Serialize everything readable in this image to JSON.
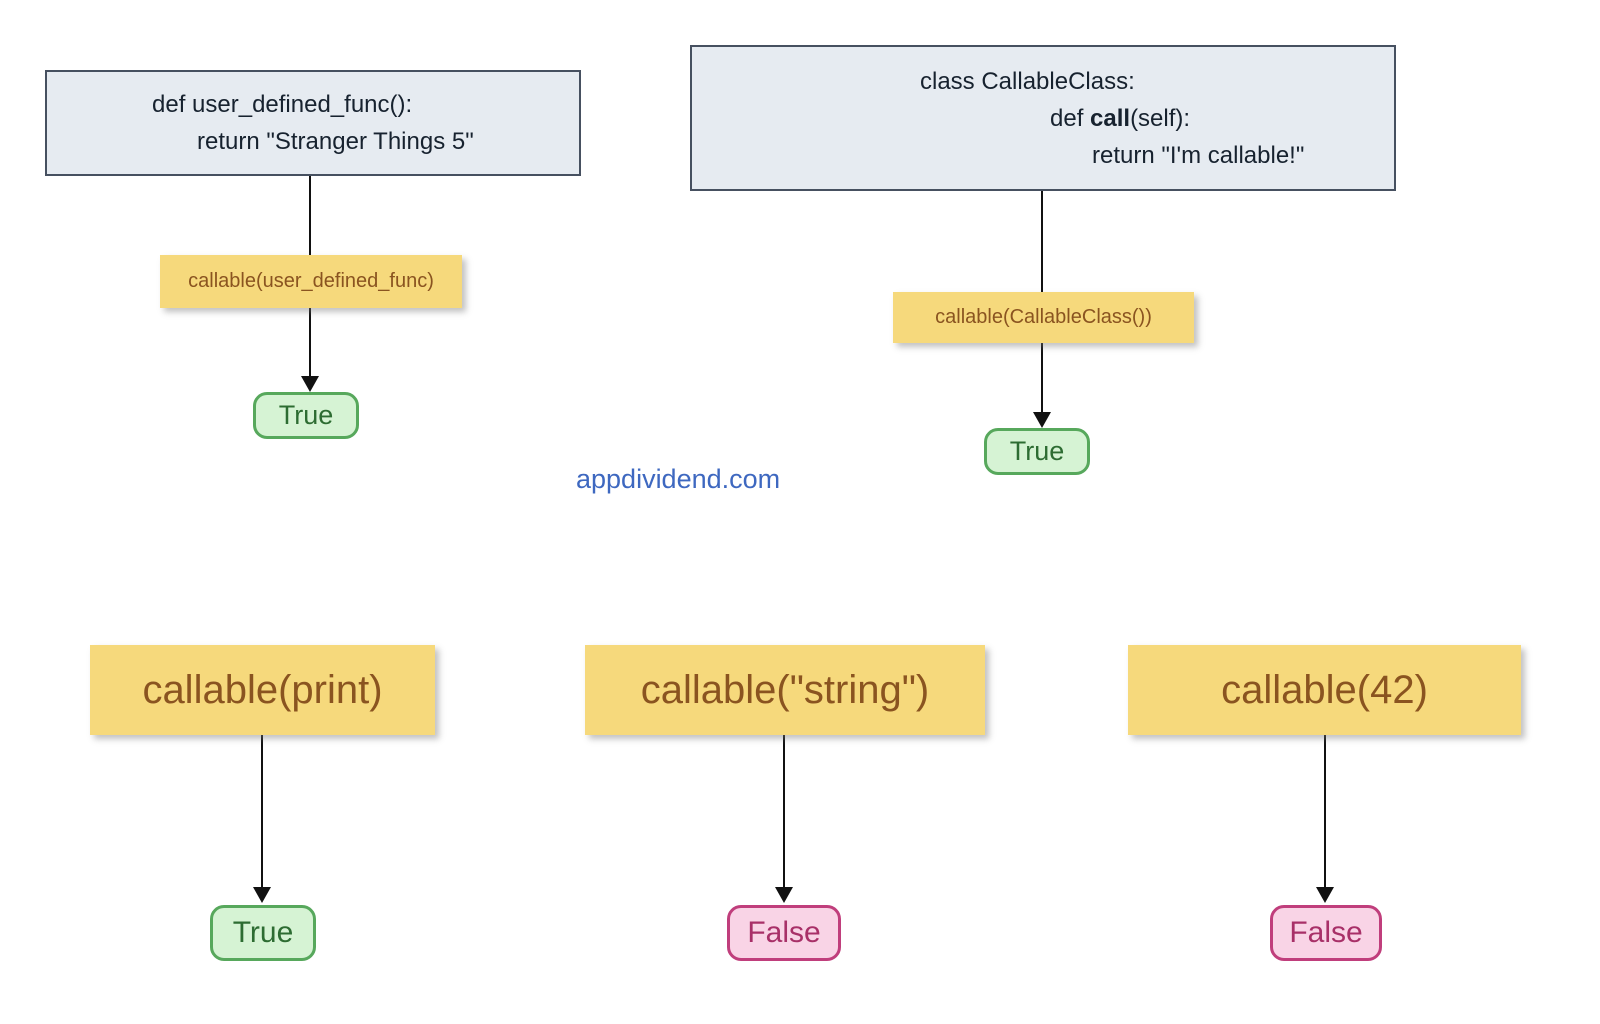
{
  "watermark": {
    "text": "appdividend.com",
    "color": "#3e68c0"
  },
  "colors": {
    "background": "#ffffff",
    "code_box_bg": "#e6ebf1",
    "code_box_border": "#465060",
    "code_text": "#17222f",
    "label_bg": "#f6d97c",
    "label_text": "#8a5420",
    "true_bg": "#d6f3d4",
    "true_border": "#57a85c",
    "true_text": "#2d6c32",
    "false_bg": "#f9d4e6",
    "false_border": "#c03e7c",
    "false_text": "#a83068",
    "arrow": "#111111"
  },
  "examples": {
    "user_defined_func": {
      "code_line1": "def user_defined_func():",
      "code_line2": "return \"Stranger Things 5\"",
      "call_label": "callable(user_defined_func)",
      "result": "True"
    },
    "callable_class": {
      "code_line1": "class CallableClass:",
      "code_line2_prefix": "def ",
      "code_line2_bold": "call",
      "code_line2_suffix": "(self):",
      "code_line3": "return \"I'm callable!\"",
      "call_label": "callable(CallableClass())",
      "result": "True"
    },
    "print_builtin": {
      "call_label": "callable(print)",
      "result": "True"
    },
    "string_literal": {
      "call_label": "callable(\"string\")",
      "result": "False"
    },
    "integer": {
      "call_label": "callable(42)",
      "result": "False"
    }
  }
}
